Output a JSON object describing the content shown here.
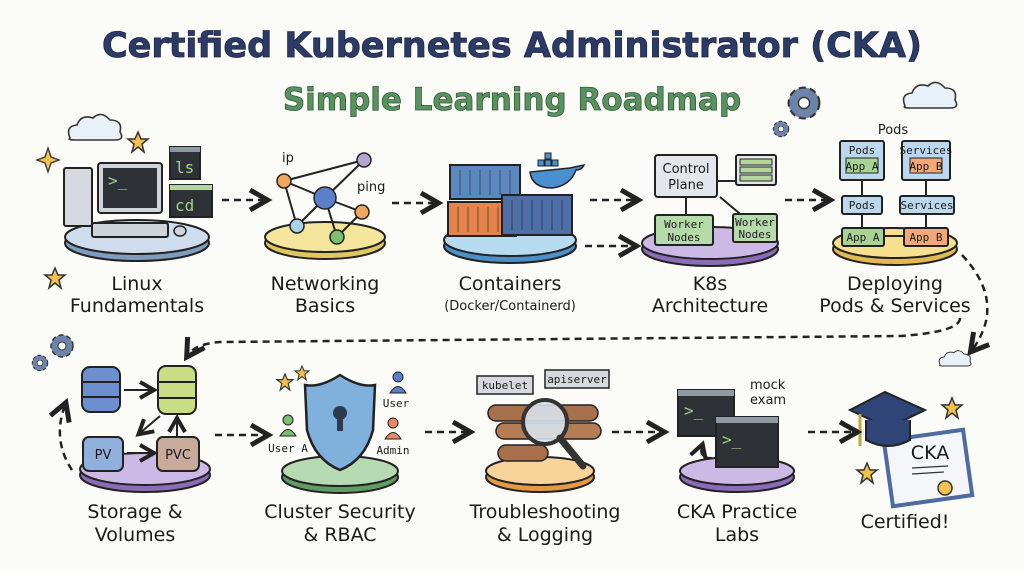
{
  "title": "Certified Kubernetes Administrator (CKA)",
  "subtitle": "Simple Learning Roadmap",
  "colors": {
    "title": "#2c3a66",
    "subtitle": "#5a9160",
    "accent_star": "#f2c14e"
  },
  "stages": [
    {
      "label_line1": "Linux",
      "label_line2": "Fundamentals",
      "icons": [
        "computer-icon",
        "terminal-icon"
      ],
      "commands": [
        "ls",
        "cd"
      ],
      "prompt": ">_"
    },
    {
      "label_line1": "Networking",
      "label_line2": "Basics",
      "tags": [
        "ip",
        "ping"
      ]
    },
    {
      "label_line1": "Containers",
      "label_line2": "(Docker/Containerd)"
    },
    {
      "label_line1": "K8s",
      "label_line2": "Architecture",
      "boxes": [
        "Control",
        "Plane",
        "Worker",
        "Nodes",
        "Worker",
        "Nodes"
      ]
    },
    {
      "label_line1": "Deploying",
      "label_line2": "Pods & Services",
      "heading": "Pods",
      "boxes": [
        "Pods",
        "App A",
        "Services",
        "App B",
        "Pods",
        "Services",
        "App A",
        "App B"
      ]
    },
    {
      "label_line1": "Storage &",
      "label_line2": "Volumes",
      "boxes": [
        "PV",
        "PVC"
      ]
    },
    {
      "label_line1": "Cluster Security",
      "label_line2": "& RBAC",
      "users": [
        "User",
        "User A",
        "Admin"
      ]
    },
    {
      "label_line1": "Troubleshooting",
      "label_line2": "& Logging",
      "tags": [
        "kubelet",
        "apiserver"
      ]
    },
    {
      "label_line1": "CKA Practice",
      "label_line2": "Labs",
      "note_line1": "mock",
      "note_line2": "exam",
      "prompt": ">_"
    },
    {
      "label": "Certified!",
      "certificate": "CKA"
    }
  ]
}
